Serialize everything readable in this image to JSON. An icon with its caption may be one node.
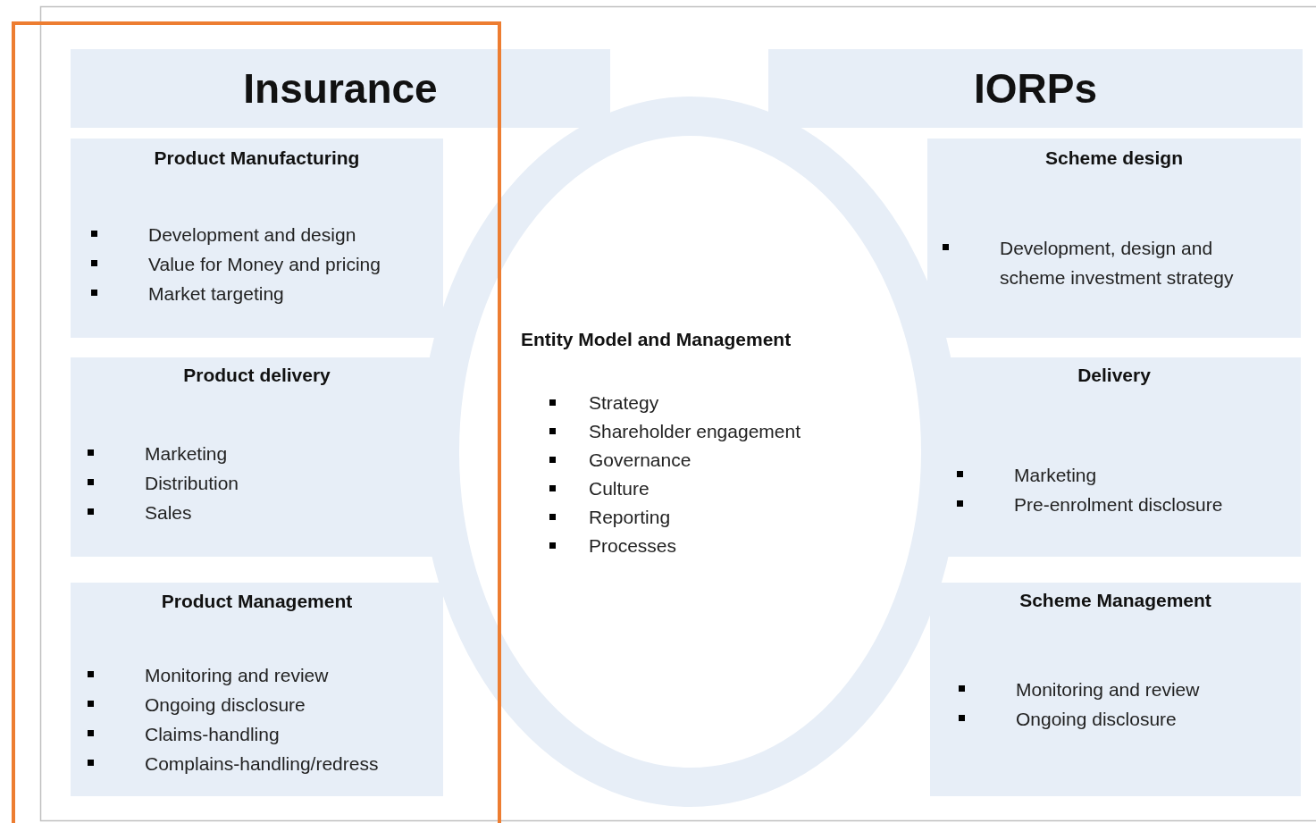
{
  "diagram": {
    "nodes": [
      {
        "text": [
          "Insurance"
        ]
      },
      {
        "text": [
          "IORPs"
        ]
      },
      {
        "text": [
          "Product Manufacturing",
          "Development and design",
          "Value for Money and pricing",
          "Market targeting"
        ]
      },
      {
        "text": [
          "Product delivery",
          "Marketing",
          "Distribution",
          "Sales"
        ]
      },
      {
        "text": [
          "Product Management",
          "Monitoring and review",
          "Ongoing disclosure",
          "Claims-handling",
          "Complains-handling/redress"
        ]
      },
      {
        "text": [
          "Entity Model and Management",
          "Strategy",
          "Shareholder engagement",
          "Governance",
          "Culture",
          "Reporting",
          "Processes"
        ]
      },
      {
        "text": [
          "Scheme design",
          "Development, design and scheme investment strategy"
        ]
      },
      {
        "text": [
          "Delivery",
          "Marketing",
          "Pre-enrolment disclosure"
        ]
      },
      {
        "text": [
          "Scheme Management",
          "Monitoring and review",
          "Ongoing disclosure"
        ]
      }
    ]
  }
}
